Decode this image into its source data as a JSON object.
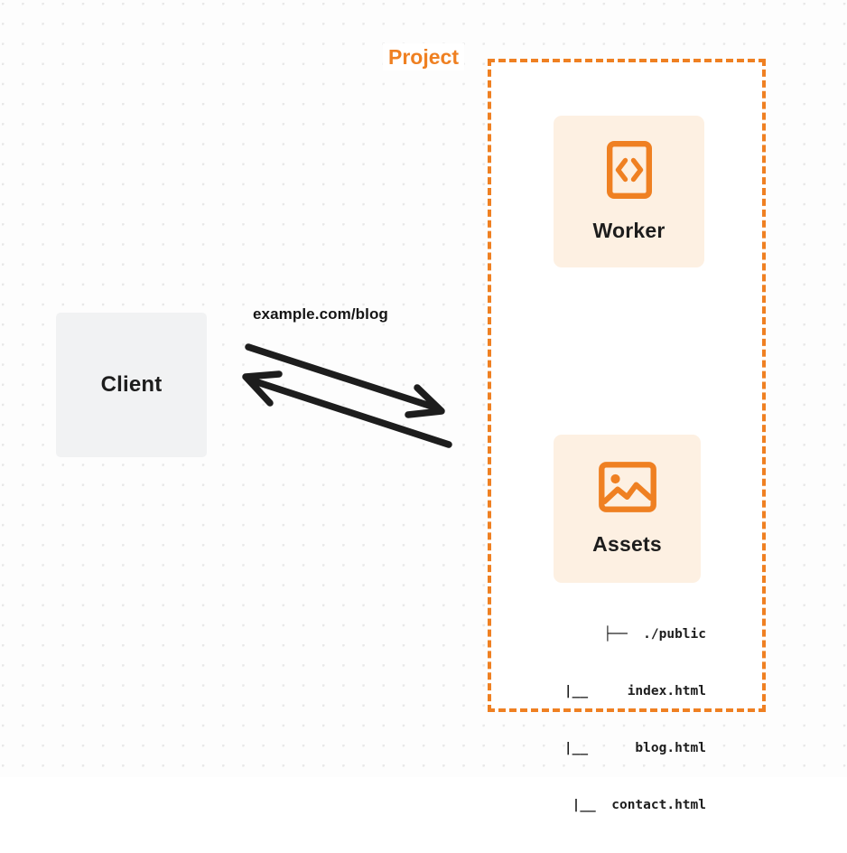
{
  "diagram": {
    "background": "dot-grid",
    "accent_color": "#ef8022",
    "card_fill_color": "#fdf0e2",
    "client_fill_color": "#f1f2f3",
    "text_color": "#1d1d1d"
  },
  "project": {
    "label": "Project",
    "border_style": "dashed",
    "border_color": "#ef8022"
  },
  "nodes": [
    {
      "id": "worker",
      "label": "Worker",
      "icon": "code-brackets-icon"
    },
    {
      "id": "assets",
      "label": "Assets",
      "icon": "image-icon"
    },
    {
      "id": "client",
      "label": "Client",
      "icon": "none"
    }
  ],
  "file_tree": {
    "rows": [
      "├──  ./public",
      "|__     index.html",
      "|__      blog.html",
      "|__  contact.html"
    ]
  },
  "edges": [
    {
      "id": "request",
      "label": "example.com/blog",
      "from": "client",
      "to": "project",
      "direction": "right-down"
    },
    {
      "id": "response",
      "label": "",
      "from": "project",
      "to": "client",
      "direction": "left-up"
    }
  ]
}
